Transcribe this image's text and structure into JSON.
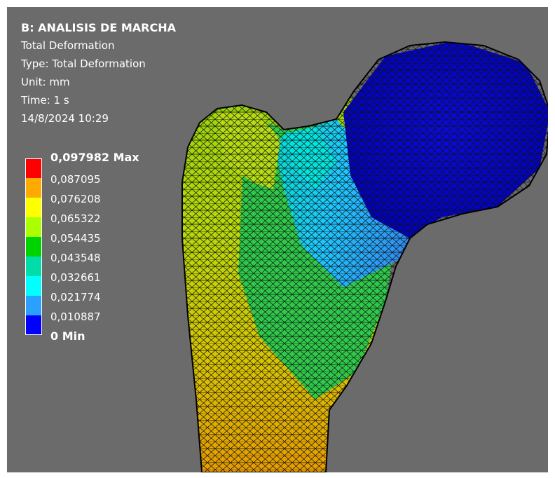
{
  "header": {
    "title": "B: ANALISIS DE MARCHA",
    "result": "Total Deformation",
    "type": "Type: Total Deformation",
    "unit": "Unit: mm",
    "time": "Time: 1 s",
    "date": "14/8/2024 10:29"
  },
  "legend": {
    "labels": [
      "0,097982 Max",
      "0,087095",
      "0,076208",
      "0,065322",
      "0,054435",
      "0,043548",
      "0,032661",
      "0,021774",
      "0,010887",
      "0 Min"
    ],
    "colors": [
      "#ff0000",
      "#ffaa00",
      "#ffff00",
      "#aaff00",
      "#00d400",
      "#00ddaa",
      "#00ffff",
      "#2aa0ff",
      "#0000ff"
    ]
  },
  "colors": {
    "viewport_background": "#6b6b6b",
    "mesh_lines": "#111111"
  },
  "viewport": {
    "model": "femur-proximal-mesh"
  }
}
